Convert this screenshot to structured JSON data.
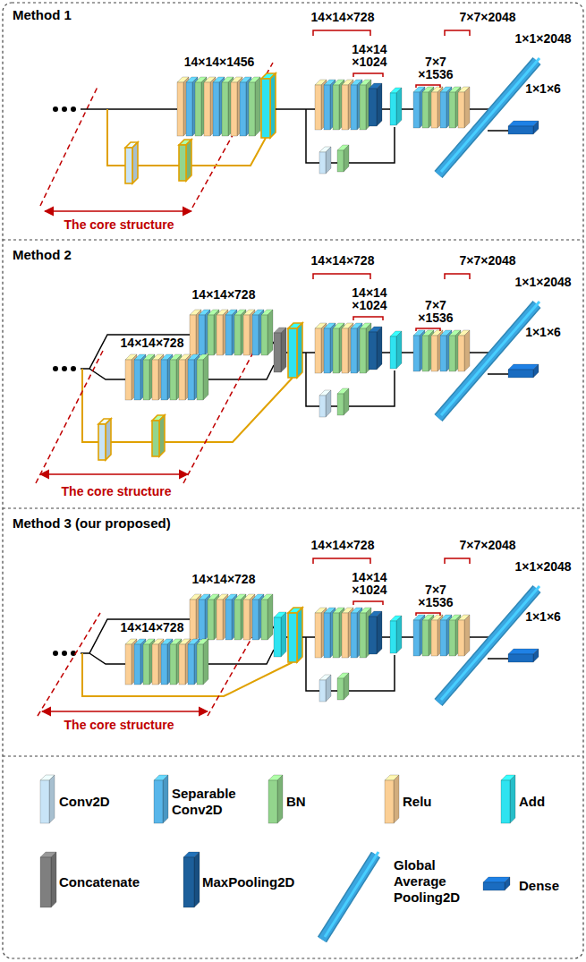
{
  "diagram": {
    "nodes": [
      {
        "text": [
          "Method 1"
        ]
      },
      {
        "text": [
          "Method 2"
        ]
      },
      {
        "text": [
          "Method 3 (our proposed)"
        ]
      }
    ],
    "labels": [
      "14×14×728",
      "7×7×2048",
      "14×14 ×1024",
      "1×1×2048",
      "14×14×1456",
      "7×7 ×1536",
      "1×1×6",
      "The core structure",
      "14×14×728",
      "7×7×2048",
      "14×14 ×1024",
      "1×1×2048",
      "14×14×728",
      "7×7 ×1536",
      "1×1×6",
      "14×14×728",
      "The core structure",
      "14×14×728",
      "7×7×2048",
      "14×14 ×1024",
      "1×1×2048",
      "14×14×728",
      "7×7 ×1536",
      "1×1×6",
      "14×14×728",
      "The core structure"
    ],
    "legend": [
      {
        "text": "Conv2D",
        "color": "#c8e4f7"
      },
      {
        "text": "Separable Conv2D",
        "color": "#58b6ea"
      },
      {
        "text": "BN",
        "color": "#93d58d"
      },
      {
        "text": "Relu",
        "color": "#fbcf95"
      },
      {
        "text": "Add",
        "color": "#2fe3f0"
      },
      {
        "text": "Concatenate",
        "color": "#7f7f7f"
      },
      {
        "text": "MaxPooling2D",
        "color": "#1d5f9a"
      },
      {
        "text": "Global Average Pooling2D",
        "color": "#3aa6e0"
      },
      {
        "text": "Dense",
        "color": "#1a6cc0"
      }
    ]
  }
}
